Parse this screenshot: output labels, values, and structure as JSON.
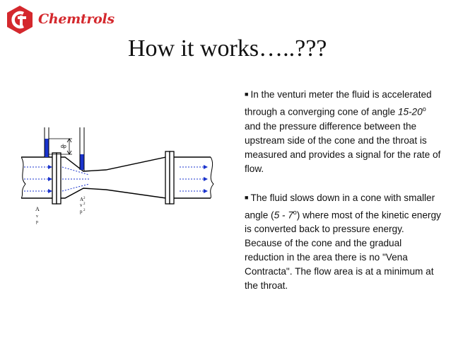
{
  "logo": {
    "brand": "Chemtrols",
    "mark_color": "#d4282d"
  },
  "title": "How it works…..???",
  "figure": {
    "labels": {
      "dp": "dp",
      "a1": "A",
      "v1": "v",
      "p1": "p",
      "a2": "A",
      "v2": "v",
      "p2": "p",
      "sub2": "2"
    },
    "flow_color": "#1a33cc"
  },
  "bullets": [
    {
      "marker": "■",
      "pre": "In the venturi meter the fluid is accelerated through a converging cone of angle ",
      "angle": "15-20",
      "deg": "o",
      "post": " and the pressure difference between the upstream side of the cone and the throat is measured and provides a signal for the rate of flow."
    },
    {
      "marker": "■",
      "pre": "The fluid slows down in a cone with smaller angle (",
      "angle": "5 - 7",
      "deg": "o",
      "post": ") where most of the kinetic energy is converted back to pressure energy. Because of the cone and the gradual reduction in the area there is no \"Vena Contracta\". The flow area is at a minimum at the throat."
    }
  ]
}
